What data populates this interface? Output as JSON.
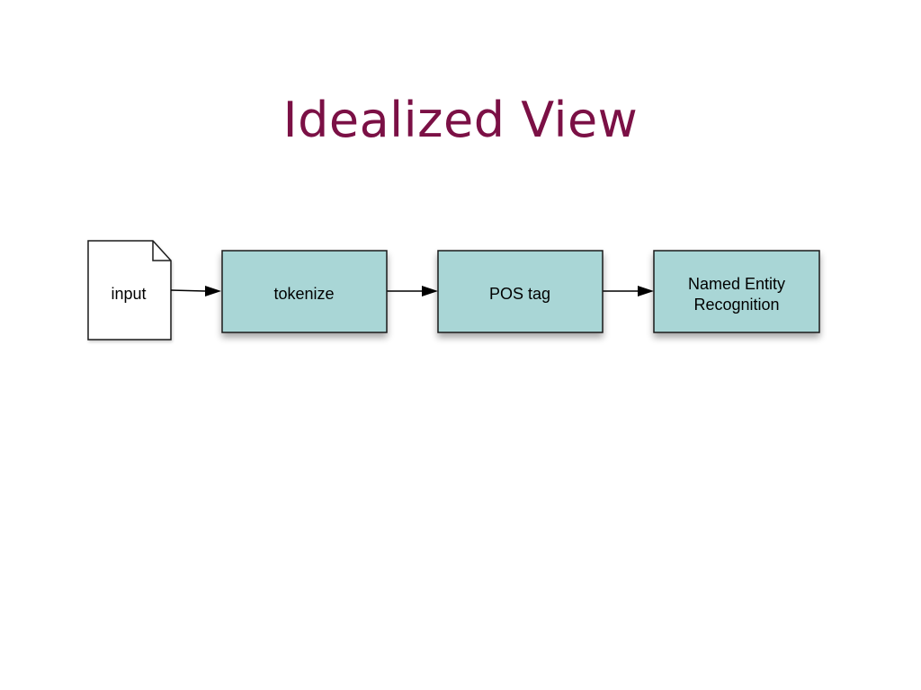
{
  "slide": {
    "title": "Idealized View"
  },
  "diagram": {
    "input": {
      "label": "input"
    },
    "steps": [
      {
        "lines": [
          "tokenize"
        ]
      },
      {
        "lines": [
          "POS tag"
        ]
      },
      {
        "lines": [
          "Named Entity",
          "Recognition"
        ]
      }
    ],
    "colors": {
      "step_fill": "#a9d6d6",
      "step_stroke": "#1a1a1a",
      "title": "#7b1045"
    }
  }
}
